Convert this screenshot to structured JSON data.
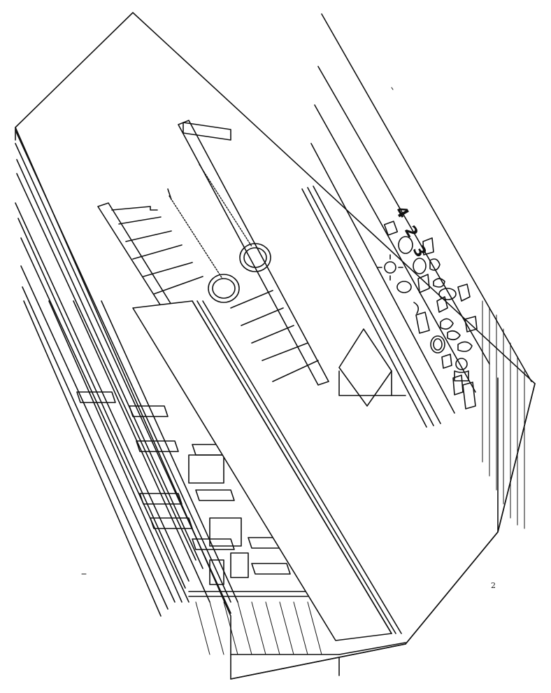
{
  "page": {
    "page_number": "2"
  },
  "colors": {
    "ink": "#111111",
    "paper": "#ffffff"
  },
  "wall_letters": [
    "4",
    "2",
    "3"
  ]
}
